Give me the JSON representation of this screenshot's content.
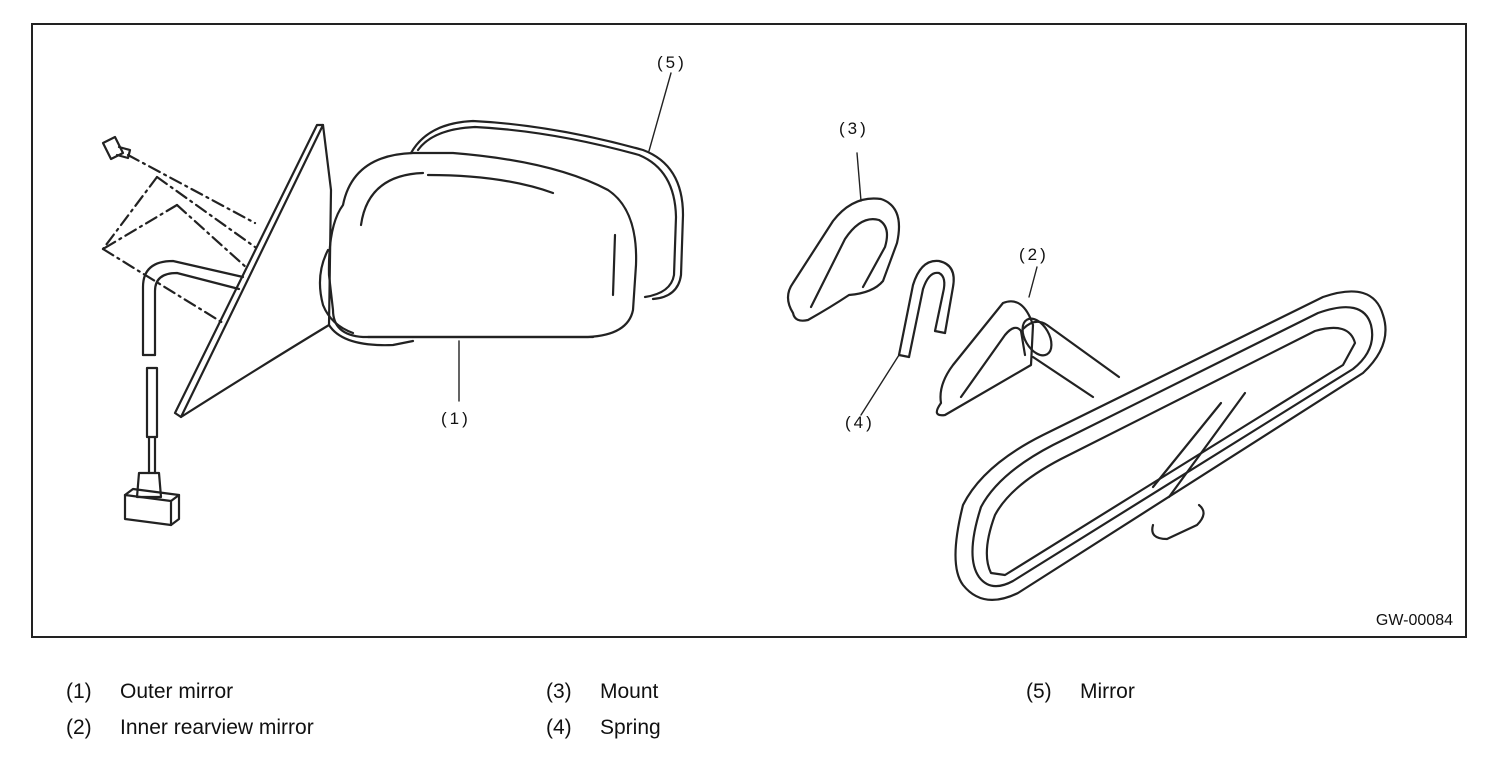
{
  "figure_code": "GW-00084",
  "callouts": {
    "c1": "(1)",
    "c2": "(2)",
    "c3": "(3)",
    "c4": "(4)",
    "c5": "(5)"
  },
  "legend": [
    {
      "num": "(1)",
      "label": "Outer mirror"
    },
    {
      "num": "(2)",
      "label": "Inner rearview mirror"
    },
    {
      "num": "(3)",
      "label": "Mount"
    },
    {
      "num": "(4)",
      "label": "Spring"
    },
    {
      "num": "(5)",
      "label": "Mirror"
    }
  ],
  "colors": {
    "line": "#222222",
    "background": "#ffffff"
  }
}
